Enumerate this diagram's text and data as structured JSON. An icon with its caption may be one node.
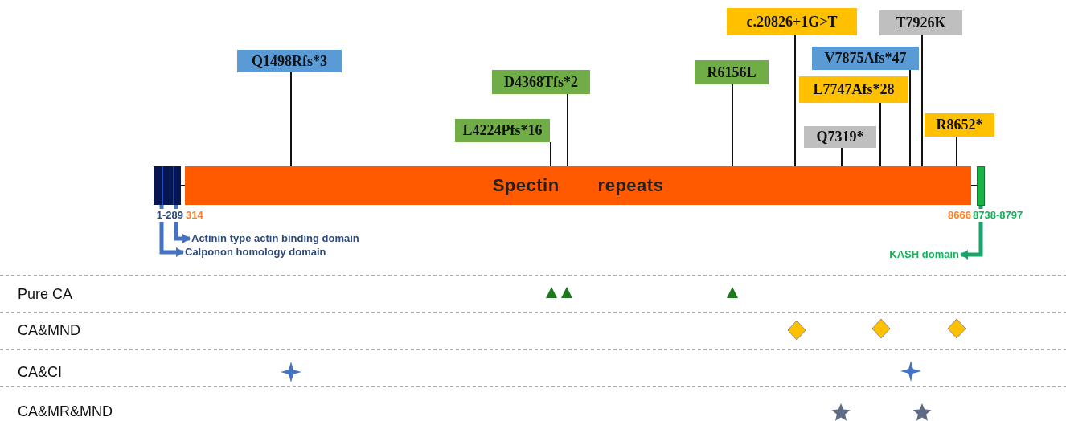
{
  "diagram": {
    "nodes": [
      {
        "text": [
          "Q1498Rfs*3"
        ]
      },
      {
        "text": [
          "L4224Pfs*16"
        ]
      },
      {
        "text": [
          "D4368Tfs*2"
        ]
      },
      {
        "text": [
          "R6156L"
        ]
      },
      {
        "text": [
          "c.20826+1G>T"
        ]
      },
      {
        "text": [
          "Q7319*"
        ]
      },
      {
        "text": [
          "L7747Afs*28"
        ]
      },
      {
        "text": [
          "V7875Afs*47"
        ]
      },
      {
        "text": [
          "T7926K"
        ]
      },
      {
        "text": [
          "R8652*"
        ]
      },
      {
        "text": [],
        "shape": "bar"
      },
      {
        "text": [
          "Spectin",
          "repeats"
        ]
      },
      {
        "text": [],
        "shape": "bar"
      },
      {
        "text": [
          "Actinin type actin binding domain"
        ]
      },
      {
        "text": [
          "Calponon homology domain"
        ]
      },
      {
        "text": [
          "KASH domain"
        ]
      }
    ],
    "edges": [
      {
        "from": 0,
        "to": 11,
        "arrow": "none"
      },
      {
        "from": 1,
        "to": 11,
        "arrow": "none"
      },
      {
        "from": 2,
        "to": 11,
        "arrow": "none"
      },
      {
        "from": 3,
        "to": 11,
        "arrow": "none"
      },
      {
        "from": 4,
        "to": 11,
        "arrow": "none"
      },
      {
        "from": 5,
        "to": 11,
        "arrow": "none"
      },
      {
        "from": 6,
        "to": 11,
        "arrow": "none"
      },
      {
        "from": 7,
        "to": 11,
        "arrow": "none"
      },
      {
        "from": 8,
        "to": 11,
        "arrow": "none"
      },
      {
        "from": 9,
        "to": 11,
        "arrow": "none"
      },
      {
        "from": 10,
        "to": 13,
        "arrow": "to",
        "style": "thick",
        "color": "#4472c4"
      },
      {
        "from": 10,
        "to": 14,
        "arrow": "to",
        "style": "thick",
        "color": "#4472c4"
      },
      {
        "from": 12,
        "to": 15,
        "arrow": "to",
        "style": "thick",
        "color": "#1aa36a"
      }
    ],
    "labels": [
      "1-289",
      "314",
      "8666",
      "8738-8797",
      "Pure CA",
      "CA&MND",
      "CA&CI",
      "CA&MR&MND"
    ]
  }
}
